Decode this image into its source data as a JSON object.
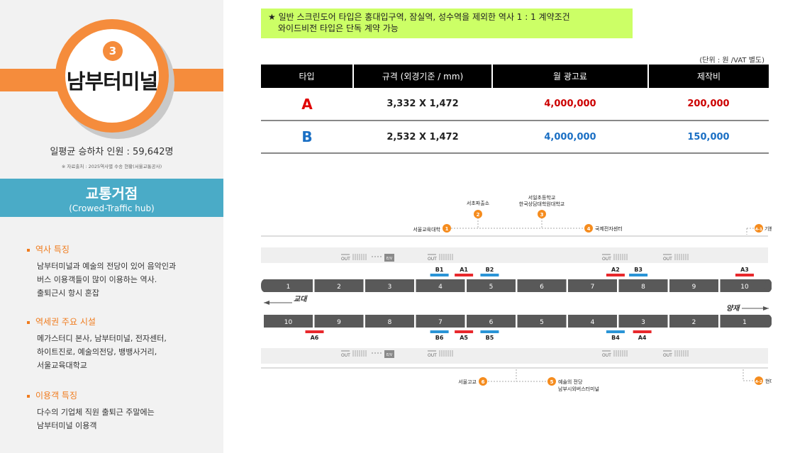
{
  "station": {
    "number": "3",
    "name": "남부터미널",
    "ridership": "일평균 승하차 인원 : 59,642명",
    "ridership_source": "※ 자료출처 : 2025역사별 수송 현황(서울교통공사)"
  },
  "hub": {
    "title": "교통거점",
    "subtitle": "(Crowed-Traffic hub)"
  },
  "sections": [
    {
      "title": "역사 특징",
      "lines": [
        "남부터미널과 예술의 전당이 있어 음악인과",
        "버스 이용객들이 많이 이용하는 역사.",
        "출퇴근시 항시 혼잡"
      ]
    },
    {
      "title": "역세권 주요 시설",
      "lines": [
        "메가스터디 본사, 남부터미널, 전자센터,",
        "하이트진로, 예술의전당, 뱅뱅사거리,",
        "서울교육대학교"
      ]
    },
    {
      "title": "이용객 특징",
      "lines": [
        "다수의 기업체 직원 출퇴근 주말에는",
        "남부터미널 이용객"
      ]
    }
  ],
  "notice": {
    "line1": "★ 일반 스크린도어 타입은 홍대입구역, 잠실역, 성수역을 제외한 역사 1 : 1 계약조건",
    "line2": "와이드비전 타입은 단독 계약 가능"
  },
  "unit": "(단위 : 원 /VAT 별도)",
  "table": {
    "headers": [
      "타입",
      "규격 (외경기준 / mm)",
      "월 광고료",
      "제작비"
    ],
    "rows": [
      {
        "type": "A",
        "size": "3,332 X 1,472",
        "monthly": "4,000,000",
        "production": "200,000"
      },
      {
        "type": "B",
        "size": "2,532 X 1,472",
        "monthly": "4,000,000",
        "production": "150,000"
      }
    ]
  },
  "map": {
    "top_labels": {
      "l1": "서울교육대학",
      "n1": "1",
      "l2": "서초파출소",
      "n2": "2",
      "l3a": "서일초등학교",
      "l3b": "한국상담대학원대학교",
      "n3": "3",
      "l4": "국제전자센터",
      "n4": "4",
      "l41": "기쁨병원",
      "n41": "4-1"
    },
    "bottom_labels": {
      "l6": "서울고교",
      "n6": "6",
      "l5a": "예술의 전당",
      "l5b": "남부시외버스터미널",
      "n5": "5",
      "l42": "현대슈퍼빌",
      "n42": "4-2"
    },
    "out_label": "OUT",
    "ev_label": "E/V",
    "dir_left": "교대",
    "dir_right": "양재",
    "top_doors": [
      "1",
      "2",
      "3",
      "4",
      "5",
      "6",
      "7",
      "8",
      "9",
      "10"
    ],
    "bottom_doors": [
      "10",
      "9",
      "8",
      "7",
      "6",
      "5",
      "4",
      "3",
      "2",
      "1"
    ],
    "top_ads": {
      "B1": "B1",
      "A1": "A1",
      "B2": "B2",
      "A2": "A2",
      "B3": "B3",
      "A3": "A3"
    },
    "bottom_ads": {
      "A6": "A6",
      "B6": "B6",
      "A5": "A5",
      "B5": "B5",
      "B4": "B4",
      "A4": "A4"
    },
    "colors": {
      "ad_a": "#e8282c",
      "ad_b": "#2a94d6",
      "marker": "#f58c1e",
      "door": "#595959"
    }
  }
}
